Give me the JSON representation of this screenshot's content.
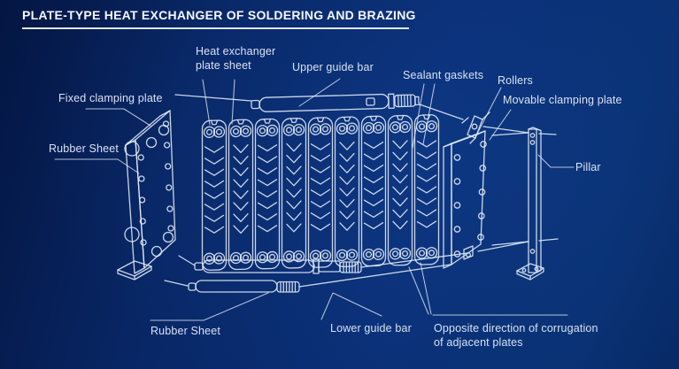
{
  "title": "PLATE-TYPE HEAT EXCHANGER OF SOLDERING AND BRAZING",
  "colors": {
    "background_dark": "#041643",
    "background_light": "#0a2f76",
    "line": "#e0e9f6",
    "label_text": "#d9e2f2",
    "title_text": "#f5f8fc"
  },
  "labels": {
    "heat_exchanger_plate_sheet": "Heat exchanger plate sheet",
    "upper_guide_bar": "Upper guide bar",
    "sealant_gaskets": "Sealant gaskets",
    "rollers": "Rollers",
    "movable_clamping_plate": "Movable clamping plate",
    "fixed_clamping_plate": "Fixed clamping plate",
    "rubber_sheet_left": "Rubber Sheet",
    "pillar": "Pillar",
    "rubber_sheet_bottom": "Rubber Sheet",
    "lower_guide_bar": "Lower guide bar",
    "opposite_direction_of_corrugation": "Opposite direction of corrugation of adjacent plates"
  }
}
